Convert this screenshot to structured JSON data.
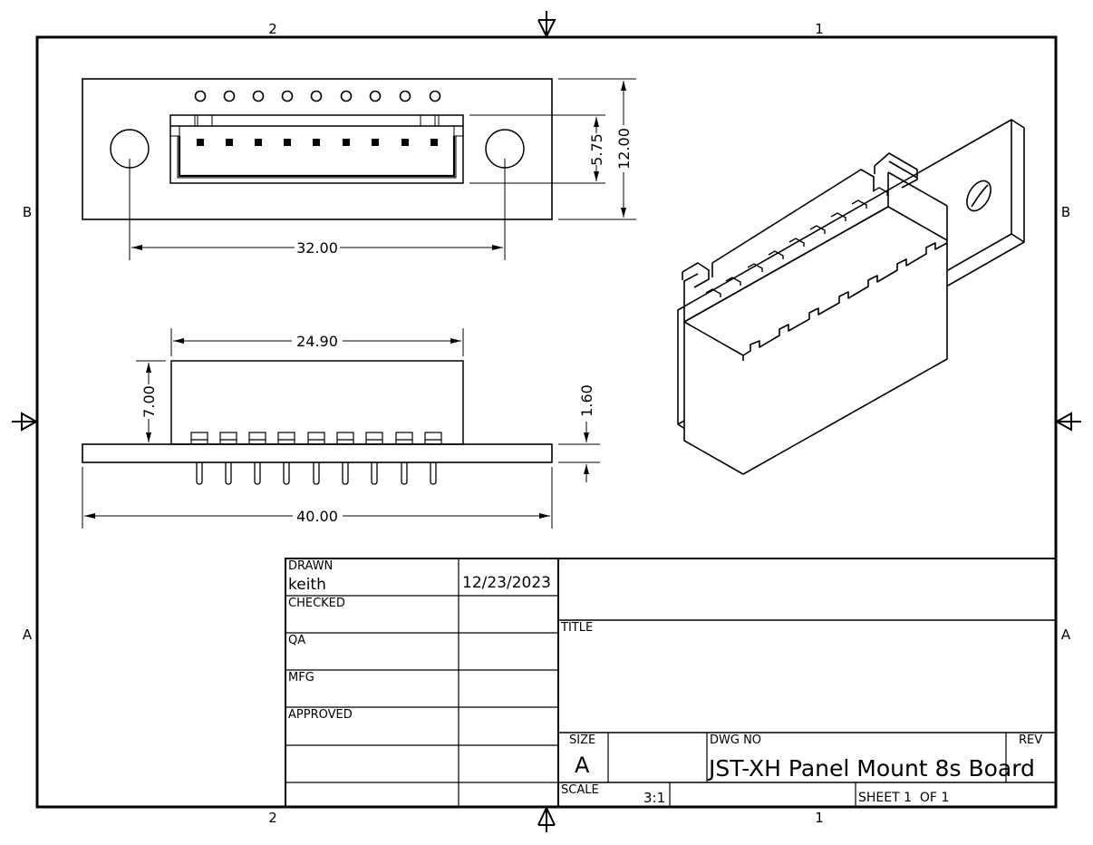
{
  "drawing": {
    "zone_labels": {
      "top_left": "2",
      "top_right": "1",
      "bottom_left": "2",
      "bottom_right": "1",
      "left_top": "B",
      "left_bottom": "A",
      "right_top": "B",
      "right_bottom": "A"
    },
    "icons": [
      "centering-mark-top",
      "centering-mark-bottom",
      "centering-mark-left",
      "centering-mark-right"
    ],
    "front_view": {
      "pin_holes": 9,
      "pins": 9,
      "dimensions": {
        "mount_hole_spacing": "32.00",
        "connector_height": "5.75",
        "board_height": "12.00"
      }
    },
    "side_view": {
      "pins": 9,
      "dimensions": {
        "connector_width": "24.90",
        "connector_depth": "7.00",
        "board_thickness": "1.60",
        "board_width": "40.00"
      }
    }
  },
  "title_block": {
    "drawn_label": "DRAWN",
    "drawn_by": "keith",
    "drawn_date": "12/23/2023",
    "checked_label": "CHECKED",
    "qa_label": "QA",
    "mfg_label": "MFG",
    "approved_label": "APPROVED",
    "title_label": "TITLE",
    "size_label": "SIZE",
    "size_value": "A",
    "dwg_no_label": "DWG NO",
    "dwg_no_value": "JST-XH Panel Mount 8s Board",
    "rev_label": "REV",
    "scale_label": "SCALE",
    "scale_value": "3:1",
    "sheet_text": "SHEET 1  OF 1"
  }
}
